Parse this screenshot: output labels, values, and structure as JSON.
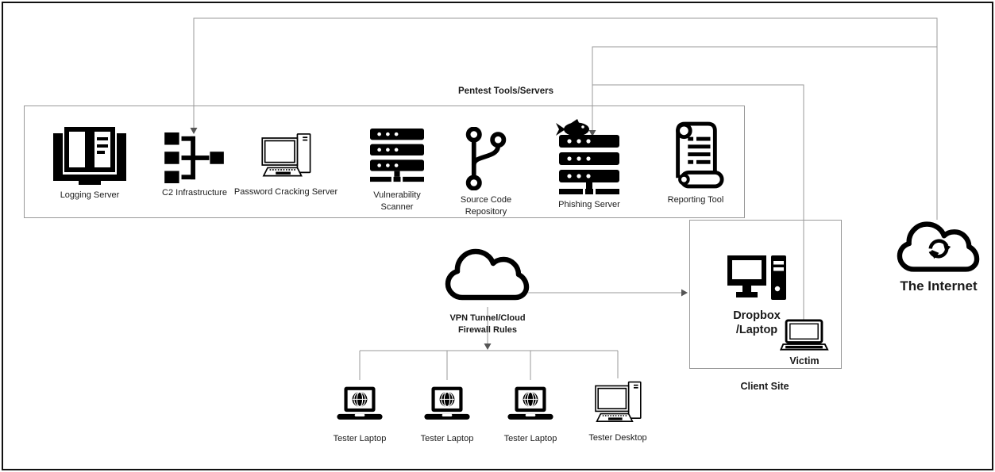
{
  "colors": {
    "connector": "#999999",
    "arrowhead": "#555555",
    "box_border": "#999999",
    "icon_ink": "#000000",
    "background": "#ffffff"
  },
  "pentest": {
    "title": "Pentest Tools/Servers",
    "items": [
      {
        "label": "Logging Server",
        "icon": "open-book"
      },
      {
        "label": "C2 Infrastructure",
        "icon": "network-tree"
      },
      {
        "label": "Password Cracking Server",
        "icon": "desktop-computer"
      },
      {
        "label": "Vulnerability Scanner",
        "icon": "server-rack"
      },
      {
        "label": "Source Code Repository",
        "icon": "git-branch"
      },
      {
        "label": "Phishing Server",
        "icon": "fish-server"
      },
      {
        "label": "Reporting Tool",
        "icon": "scroll"
      }
    ]
  },
  "vpn": {
    "label": "VPN Tunnel/Cloud Firewall Rules",
    "icon": "cloud"
  },
  "testers": {
    "items": [
      {
        "label": "Tester Laptop",
        "icon": "laptop-globe"
      },
      {
        "label": "Tester Laptop",
        "icon": "laptop-globe"
      },
      {
        "label": "Tester Laptop",
        "icon": "laptop-globe"
      },
      {
        "label": "Tester Desktop",
        "icon": "desktop-computer"
      }
    ]
  },
  "client_site": {
    "title": "Client Site",
    "nodes": [
      {
        "label": "Dropbox /Laptop",
        "icon": "workstation-tower"
      },
      {
        "label": "Victim",
        "icon": "laptop-outline"
      }
    ]
  },
  "internet": {
    "label": "The Internet",
    "icon": "cloud-sync"
  }
}
